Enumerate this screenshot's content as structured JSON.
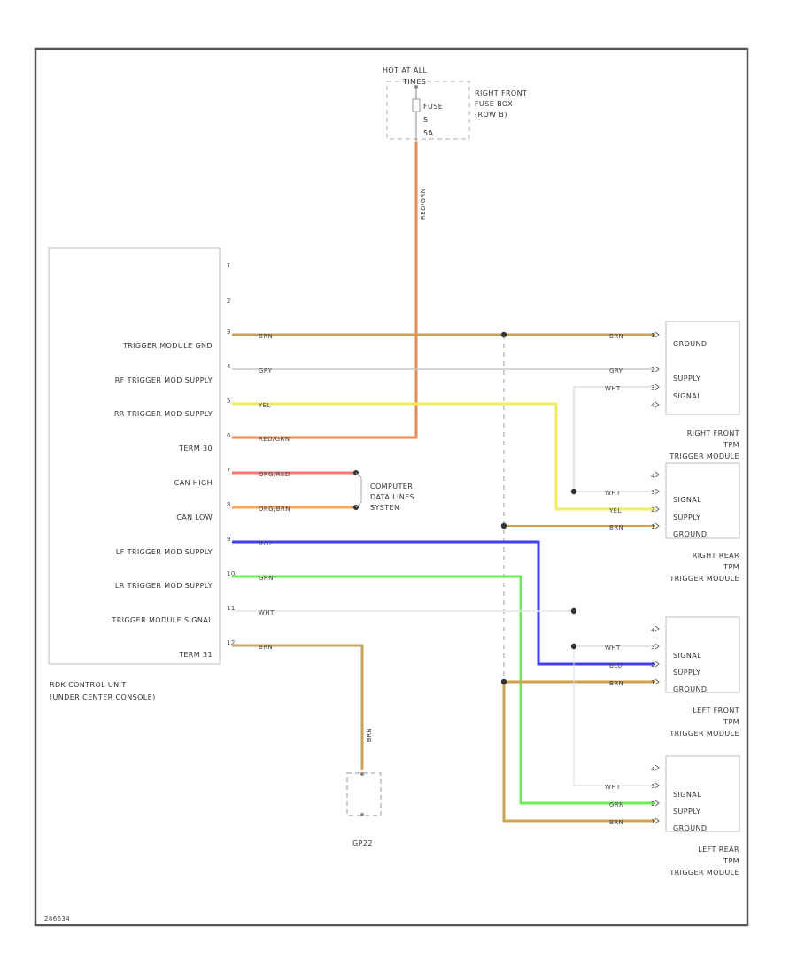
{
  "fuse": {
    "header": "HOT AT ALL",
    "header2": "TIMES",
    "fuse_label": "FUSE",
    "fuse_num": "5",
    "fuse_amp": "5A",
    "box_name": [
      "RIGHT FRONT",
      "FUSE BOX",
      "(ROW B)"
    ]
  },
  "vertical_wire_label": "RED/GRN",
  "control_unit": {
    "pins": [
      {
        "num": "1",
        "label": ""
      },
      {
        "num": "2",
        "label": ""
      },
      {
        "num": "3",
        "label": "TRIGGER MODULE GND",
        "wire": "BRN"
      },
      {
        "num": "4",
        "label": "RF TRIGGER MOD SUPPLY",
        "wire": "GRY"
      },
      {
        "num": "5",
        "label": "RR TRIGGER MOD SUPPLY",
        "wire": "YEL"
      },
      {
        "num": "6",
        "label": "TERM 30",
        "wire": "RED/GRN"
      },
      {
        "num": "7",
        "label": "CAN HIGH",
        "wire": "ORG/RED"
      },
      {
        "num": "8",
        "label": "CAN LOW",
        "wire": "ORG/BRN"
      },
      {
        "num": "9",
        "label": "LF TRIGGER MOD SUPPLY",
        "wire": "BLU"
      },
      {
        "num": "10",
        "label": "LR TRIGGER MOD SUPPLY",
        "wire": "GRN"
      },
      {
        "num": "11",
        "label": "TRIGGER MODULE SIGNAL",
        "wire": "WHT"
      },
      {
        "num": "12",
        "label": "TERM 31",
        "wire": "BRN"
      }
    ],
    "name": [
      "RDK CONTROL UNIT",
      "(UNDER CENTER CONSOLE)"
    ]
  },
  "data_lines": [
    "COMPUTER",
    "DATA LINES",
    "SYSTEM"
  ],
  "ground": {
    "wire": "BRN",
    "name": "GP22"
  },
  "modules": [
    {
      "pins": [
        {
          "num": "1",
          "label": "GROUND",
          "wire": "BRN"
        },
        {
          "num": "2",
          "label": "SUPPLY",
          "wire": "GRY"
        },
        {
          "num": "3",
          "label": "SIGNAL",
          "wire": "WHT"
        },
        {
          "num": "4",
          "label": ""
        }
      ],
      "name": [
        "RIGHT FRONT",
        "TPM",
        "TRIGGER MODULE"
      ]
    },
    {
      "pins": [
        {
          "num": "4",
          "label": ""
        },
        {
          "num": "3",
          "label": "SIGNAL",
          "wire": "WHT"
        },
        {
          "num": "2",
          "label": "SUPPLY",
          "wire": "YEL"
        },
        {
          "num": "1",
          "label": "GROUND",
          "wire": "BRN"
        }
      ],
      "name": [
        "RIGHT REAR",
        "TPM",
        "TRIGGER MODULE"
      ]
    },
    {
      "pins": [
        {
          "num": "4",
          "label": ""
        },
        {
          "num": "3",
          "label": "SIGNAL",
          "wire": "WHT"
        },
        {
          "num": "2",
          "label": "SUPPLY",
          "wire": "BLU"
        },
        {
          "num": "1",
          "label": "GROUND",
          "wire": "BRN"
        }
      ],
      "name": [
        "LEFT FRONT",
        "TPM",
        "TRIGGER MODULE"
      ]
    },
    {
      "pins": [
        {
          "num": "4",
          "label": ""
        },
        {
          "num": "3",
          "label": "SIGNAL",
          "wire": "WHT"
        },
        {
          "num": "2",
          "label": "SUPPLY",
          "wire": "GRN"
        },
        {
          "num": "1",
          "label": "GROUND",
          "wire": "BRN"
        }
      ],
      "name": [
        "LEFT REAR",
        "TPM",
        "TRIGGER MODULE"
      ]
    }
  ],
  "footer_code": "286634",
  "colors": {
    "border": "#555555",
    "box": "#cccccc",
    "brn": "#cfa14c",
    "gry": "#c8c8c8",
    "yel": "#f2ee5a",
    "red_grn": "#e38a55",
    "org_red": "#f57a7a",
    "org_brn": "#f2a65a",
    "blu": "#3f3ff0",
    "grn": "#6fea5a",
    "wht": "#e6e6ee",
    "dash": "#999999"
  }
}
